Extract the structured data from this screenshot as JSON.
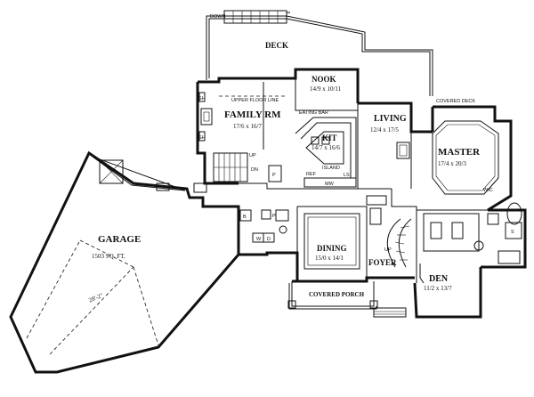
{
  "rooms": {
    "garage": {
      "name": "GARAGE",
      "size": "1503 SQ. FT."
    },
    "garage_dim": "28'-2\"",
    "deck": {
      "name": "DECK"
    },
    "down": "DOWN",
    "nook": {
      "name": "NOOK",
      "size": "14/9 x 10/11"
    },
    "family": {
      "name": "FAMILY RM",
      "size": "17/6 x 16/7"
    },
    "upper_floor_line": "UPPER FLOOR LINE",
    "eating_bar": "EATING BAR",
    "kit": {
      "name": "KIT",
      "size": "14/7 x 16/6"
    },
    "island": "ISLAND",
    "ref": "REF",
    "mw": "MW",
    "living": {
      "name": "LIVING",
      "size": "12/4 x 17/5"
    },
    "covered_deck": "COVERED DECK",
    "master": {
      "name": "MASTER",
      "size": "17/4 x 20/3"
    },
    "dining": {
      "name": "DINING",
      "size": "15/0 x 14/1"
    },
    "foyer": {
      "name": "FOYER"
    },
    "den": {
      "name": "DEN",
      "size": "11/2 x 13/7"
    },
    "covered_porch": "COVERED PORCH",
    "up_labels": [
      "UP",
      "DN",
      "UP"
    ],
    "small_labels": [
      "SH",
      "SH",
      "P",
      "P",
      "B",
      "W",
      "D",
      "LS",
      "S",
      "WIC"
    ]
  }
}
